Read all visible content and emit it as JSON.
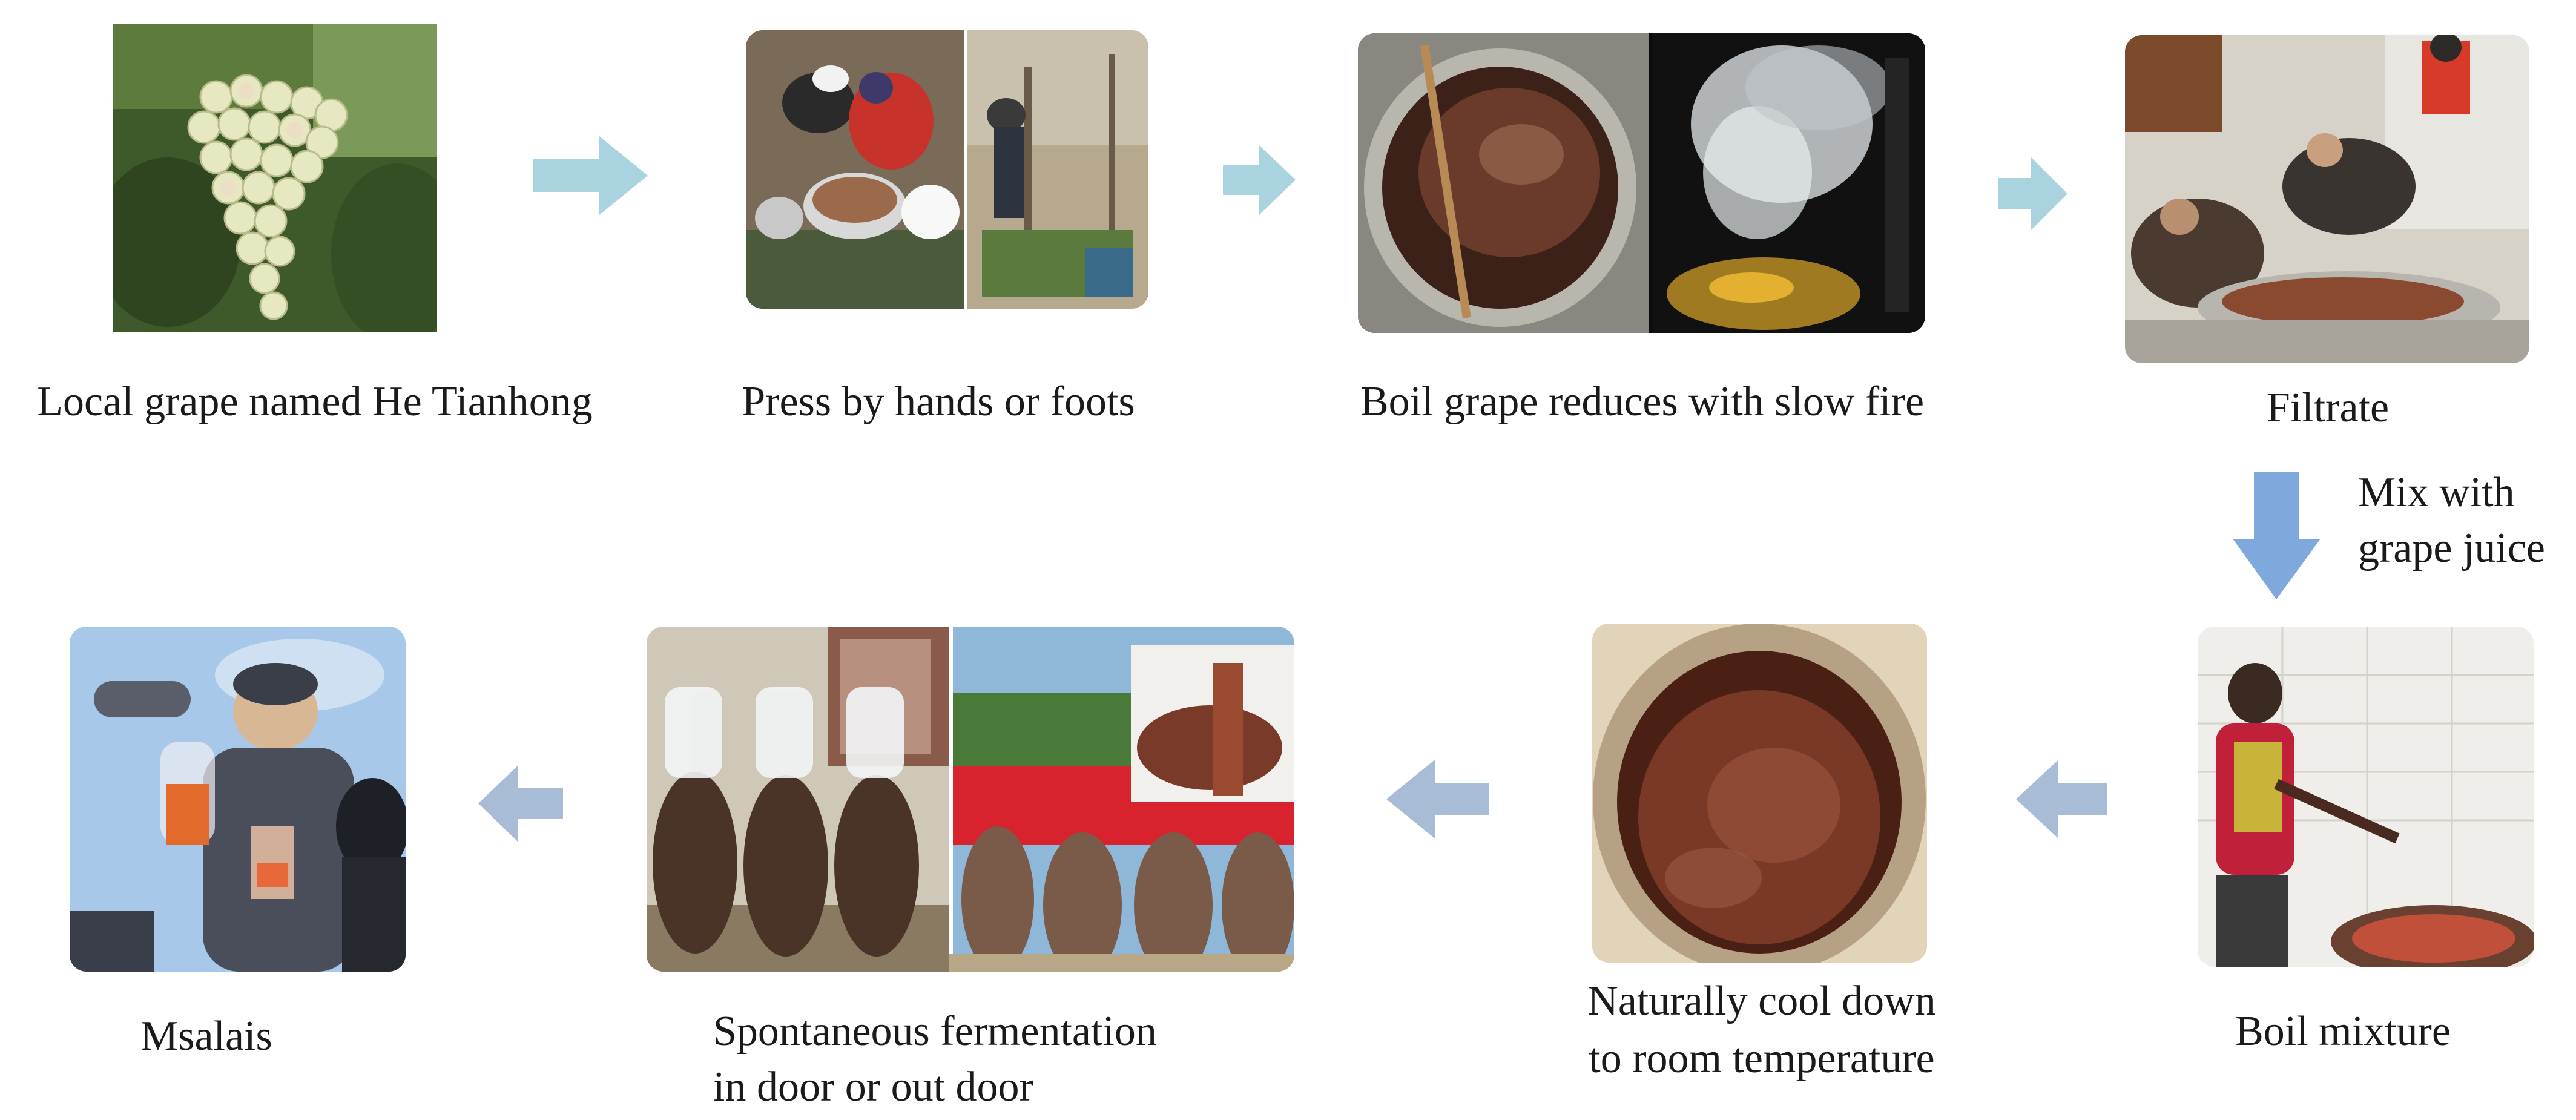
{
  "steps": [
    {
      "id": "grape",
      "label": "Local grape named He Tianhong"
    },
    {
      "id": "press",
      "label": "Press by hands or foots"
    },
    {
      "id": "boil",
      "label": "Boil grape reduces with slow fire"
    },
    {
      "id": "filtrate",
      "label": "Filtrate"
    },
    {
      "id": "boil_mixture",
      "label": "Boil mixture"
    },
    {
      "id": "cool",
      "label_lines": [
        "Naturally cool down",
        "to room temperature"
      ]
    },
    {
      "id": "ferment",
      "label_lines": [
        "Spontaneous fermentation",
        "in door or out door"
      ]
    },
    {
      "id": "msalais",
      "label": "Msalais"
    }
  ],
  "connector_note": {
    "lines": [
      "Mix with",
      "grape juice"
    ]
  },
  "colors": {
    "arrow_top": "#a9d4df",
    "arrow_bottom": "#a9bcd6",
    "arrow_down": "#7fa8dc"
  }
}
